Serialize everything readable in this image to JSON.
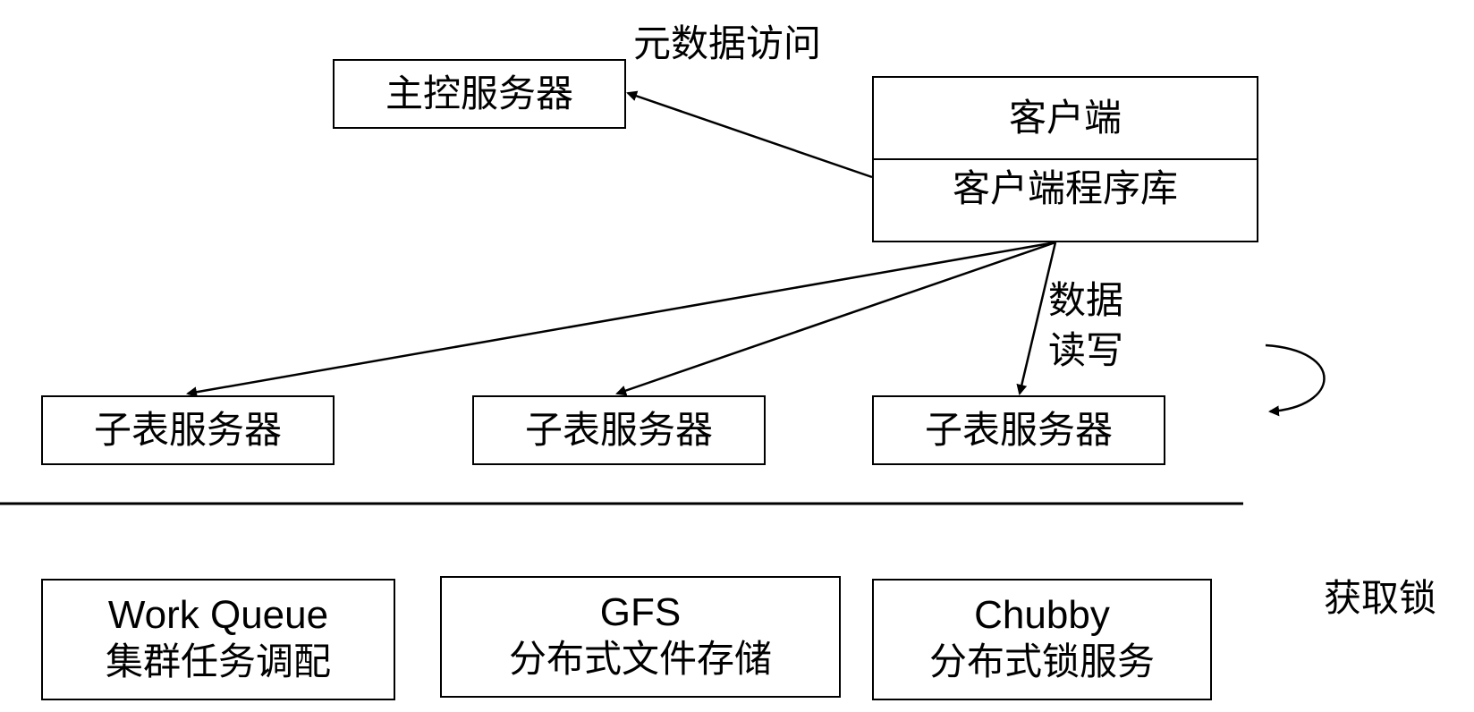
{
  "diagram": {
    "master": "主控服务器",
    "client": {
      "title": "客户端",
      "library": "客户端程序库"
    },
    "tablet_servers": [
      "子表服务器",
      "子表服务器",
      "子表服务器"
    ],
    "services": [
      {
        "name": "Work Queue",
        "desc": "集群任务调配"
      },
      {
        "name": "GFS",
        "desc": "分布式文件存储"
      },
      {
        "name": "Chubby",
        "desc": "分布式锁服务"
      }
    ],
    "edge_labels": {
      "metadata": "元数据访问",
      "data_rw_line1": "数据",
      "data_rw_line2": "读写",
      "lock": "获取锁"
    }
  }
}
